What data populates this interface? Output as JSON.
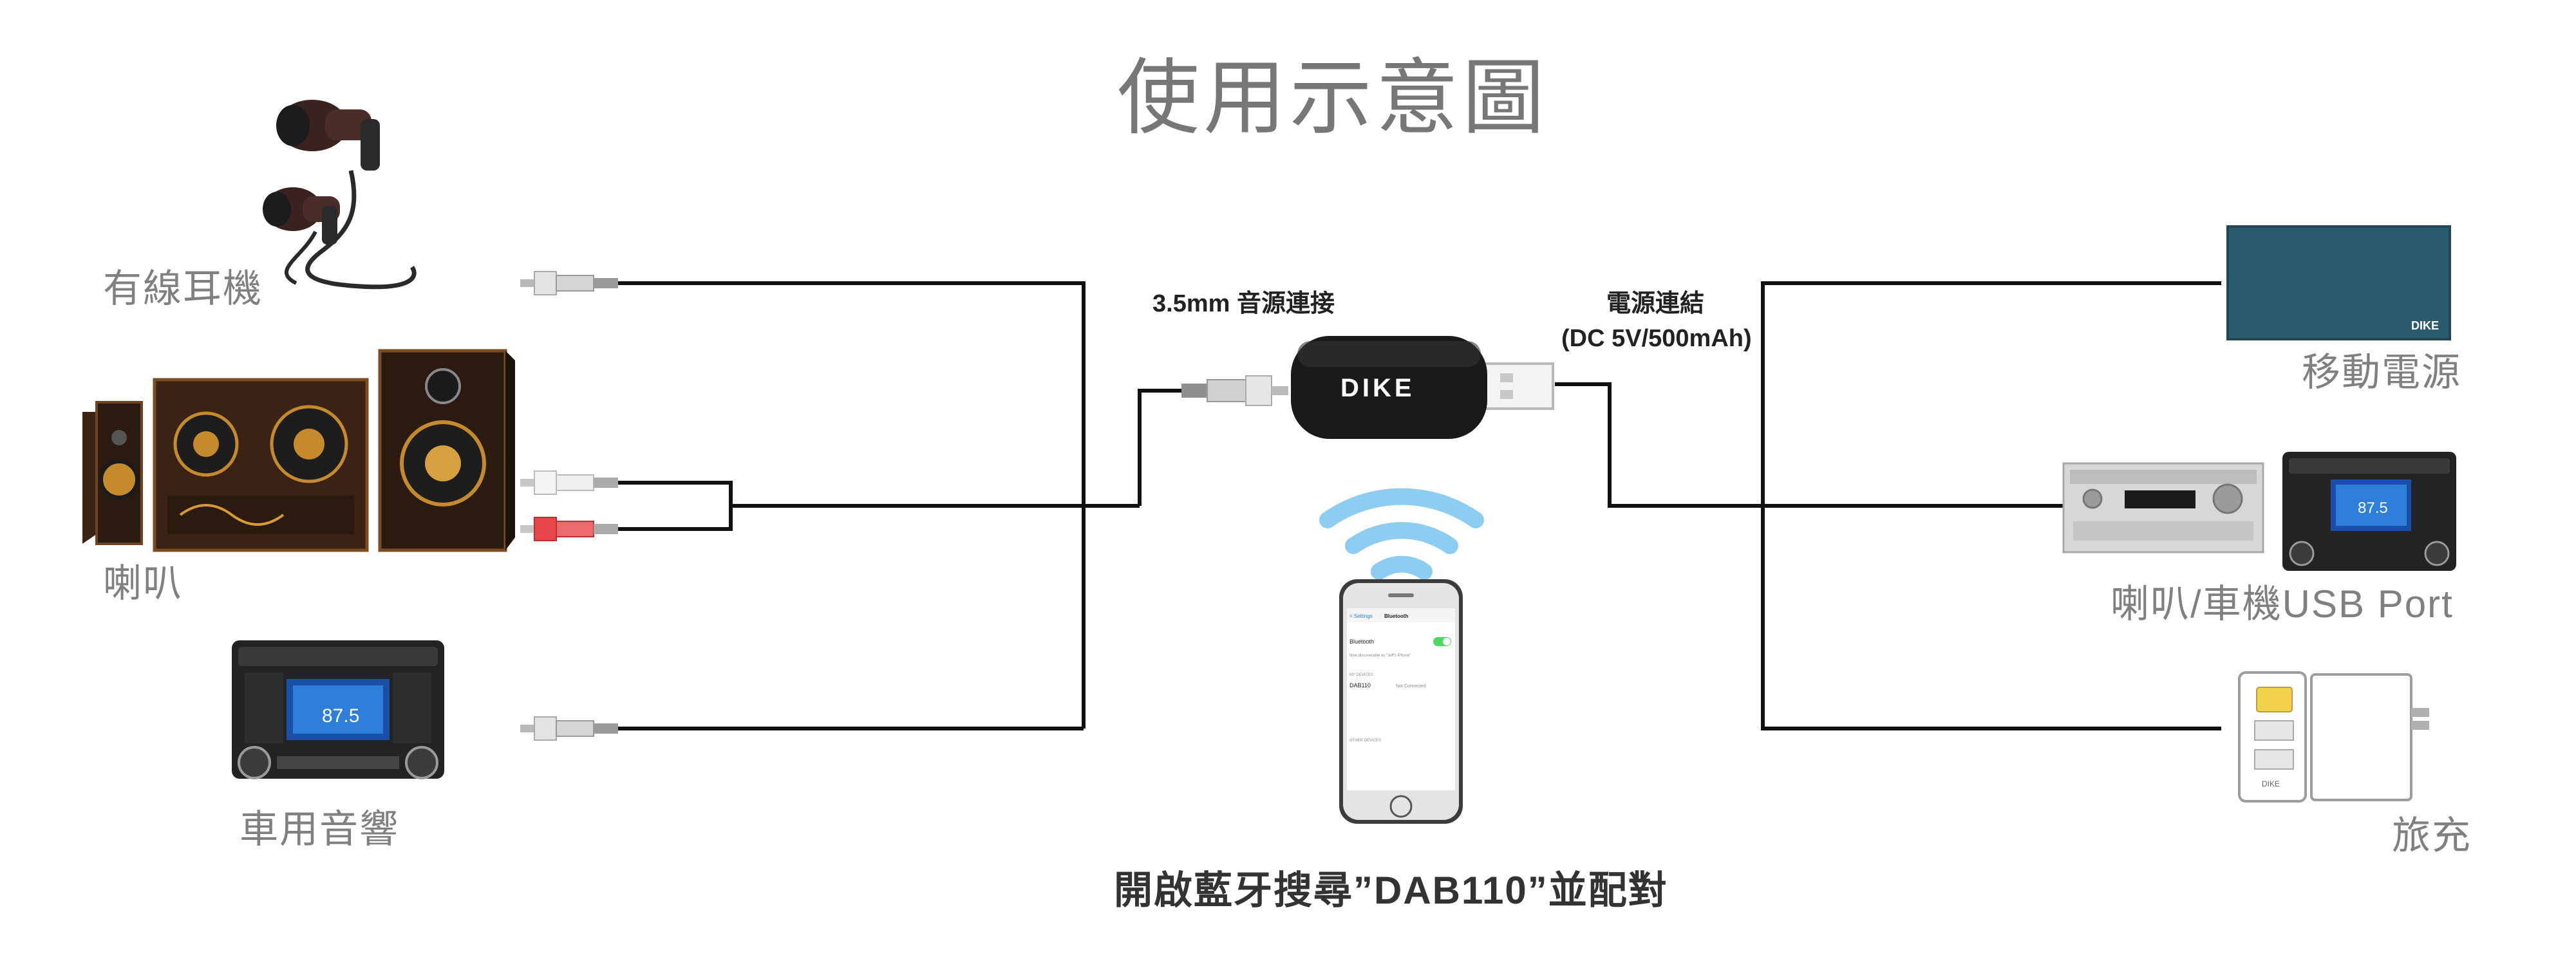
{
  "title": "使用示意圖",
  "left_devices": [
    {
      "label": "有線耳機",
      "icon": "earphones-icon"
    },
    {
      "label": "喇叭",
      "icon": "speakers-icon"
    },
    {
      "label": "車用音響",
      "icon": "car-stereo-icon"
    }
  ],
  "right_devices": [
    {
      "label": "移動電源",
      "icon": "power-bank-icon"
    },
    {
      "label": "喇叭/車機USB Port",
      "icon": "amplifier-and-car-unit-icon"
    },
    {
      "label": "旅充",
      "icon": "travel-charger-icon"
    }
  ],
  "audio_connection_label": "3.5mm 音源連接",
  "power_connection_label": "電源連結",
  "power_spec": "(DC 5V/500mAh)",
  "dongle_brand": "DIKE",
  "power_bank_brand": "DIKE",
  "charger_brand": "DIKE",
  "car_display_freq": "87.5",
  "amp_display_freq": "87.5",
  "pairing_instruction": "開啟藍牙搜尋”DAB110”並配對",
  "phone_screen": {
    "back": "< Settings",
    "header": "Bluetooth",
    "toggle_label": "Bluetooth",
    "discoverable": "Now discoverable as \"Jeff's iPhone\"",
    "my_devices_header": "MY DEVICES",
    "device_name": "DAB110",
    "device_status": "Not Connected",
    "other_devices_header": "OTHER DEVICES"
  },
  "colors": {
    "line": "#111111",
    "wifi": "#8dcdf2",
    "label_gray": "#808080",
    "title_gray": "#777777",
    "power_bank": "#2b5c6e",
    "rca_red": "#e8464a"
  }
}
